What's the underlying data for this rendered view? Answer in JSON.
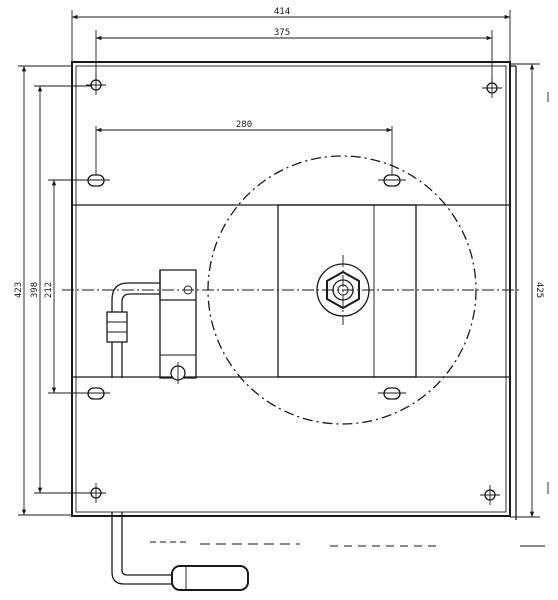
{
  "dimensions": {
    "overall_width": "414",
    "hole_spacing_width": "375",
    "slot_spacing": "280",
    "height_left_outer": "423",
    "height_left_inner": "398",
    "height_left_center": "212",
    "height_right": "425"
  },
  "colors": {
    "ink": "#1a1a1a",
    "paper": "#ffffff"
  }
}
